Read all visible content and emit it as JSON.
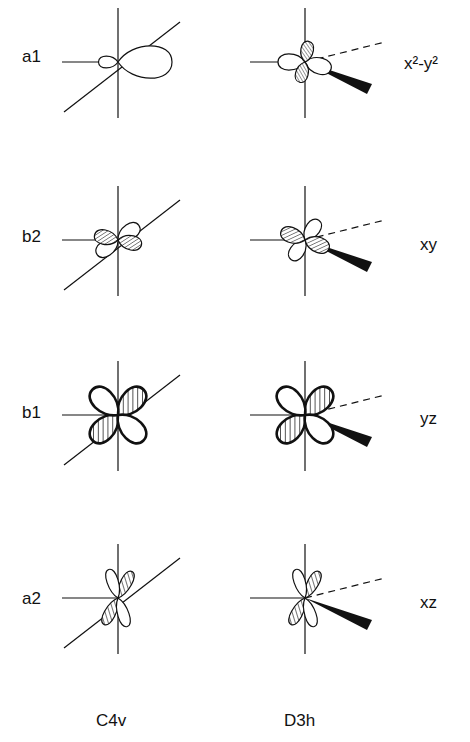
{
  "diagram": {
    "labels": [
      "a1",
      "b2",
      "b1",
      "a2",
      "x²-y²",
      "xy",
      "yz",
      "xz",
      "C4v",
      "D3h"
    ]
  }
}
